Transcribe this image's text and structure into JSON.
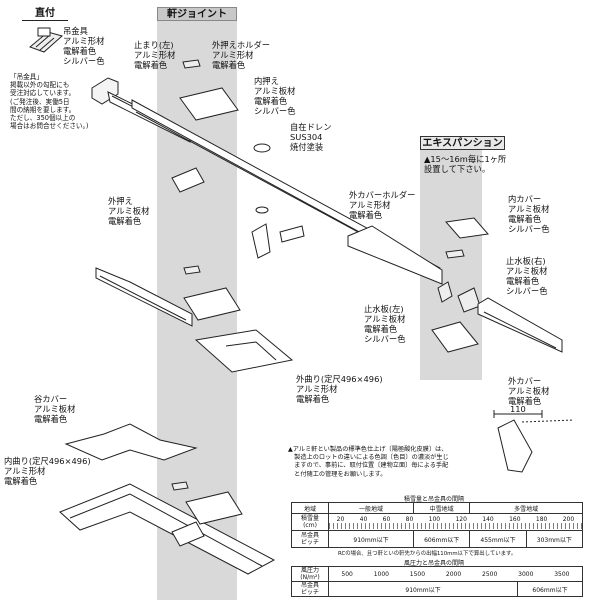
{
  "headers": {
    "direct": "直付",
    "joint": "軒ジョイント",
    "expansion": "エキスパンション"
  },
  "labels": {
    "hanger": "吊金具\nアルミ形材\n電解着色\nシルバー色",
    "stop_left": "止まり(左)\nアルミ形材\n電解着色",
    "outer_holder": "外押えホルダー\nアルミ形材\n電解着色",
    "inner_press": "内押え\nアルミ板材\n電解着色\nシルバー色",
    "drain": "自在ドレン\nSUS304\n焼付塗装",
    "outer_press": "外押え\nアルミ板材\n電解着色",
    "outer_cover_holder": "外カバーホルダー\nアルミ形材\n電解着色",
    "inner_cover": "内カバー\nアルミ板材\n電解着色\nシルバー色",
    "stop_right": "止水板(右)\nアルミ板材\n電解着色\nシルバー色",
    "stop_water_left": "止水板(左)\nアルミ板材\n電解着色\nシルバー色",
    "outer_cover": "外カバー\nアルミ板材\n電解着色",
    "outer_bend": "外曲り(定尺496×496)\nアルミ形材\n電解着色",
    "valley_cover": "谷カバー\nアルミ板材\n電解着色",
    "inner_bend": "内曲り(定尺496×496)\nアルミ形材\n電解着色"
  },
  "notes": {
    "hanger_note": "「吊金具」\n掲載以外の勾配にも\n受注対応しています。\n(ご発注後、実働5日\n間の納期を要します。\nただし、350個以上の\n場合はお問合せください。)",
    "expansion_note": "▲15～16m毎に1ヶ所\n設置して下さい。",
    "color_note": "▲アルミ軒とい製品の標準色仕上げ〔陽極酸化皮膜〕は、\n　製造上のロットの違いによる色調〔色目〕の濃淡が生じ\n　ますので、事前に、取付位置〔建物立面〕毎による手配\n　と付随工の管理をお願いします。",
    "dimension": "110"
  },
  "table1": {
    "title": "積雪量と吊金具の間隔",
    "region_label": "地域",
    "regions": [
      "一般地域",
      "中雪地域",
      "多雪地域"
    ],
    "snow_label": "積雪量\n(cm)",
    "snow_ticks": [
      "20",
      "40",
      "60",
      "80",
      "100",
      "120",
      "140",
      "160",
      "180",
      "200"
    ],
    "pitch_label": "吊金具\nピッチ",
    "pitches": [
      "910mm以下",
      "606mm以下",
      "455mm以下",
      "303mm以下"
    ]
  },
  "table1_note": "RCの場合、且つ軒といの軒先からの出幅110mm以下で算出しています。",
  "table2": {
    "title": "風圧力と吊金具の間隔",
    "pressure_label": "風圧力\n(N/m²)",
    "pressure_ticks": [
      "500",
      "1000",
      "1500",
      "2000",
      "2500",
      "3000",
      "3500"
    ],
    "pitch_label": "吊金具\nピッチ",
    "pitches": [
      "910mm以下",
      "606mm以下"
    ]
  }
}
